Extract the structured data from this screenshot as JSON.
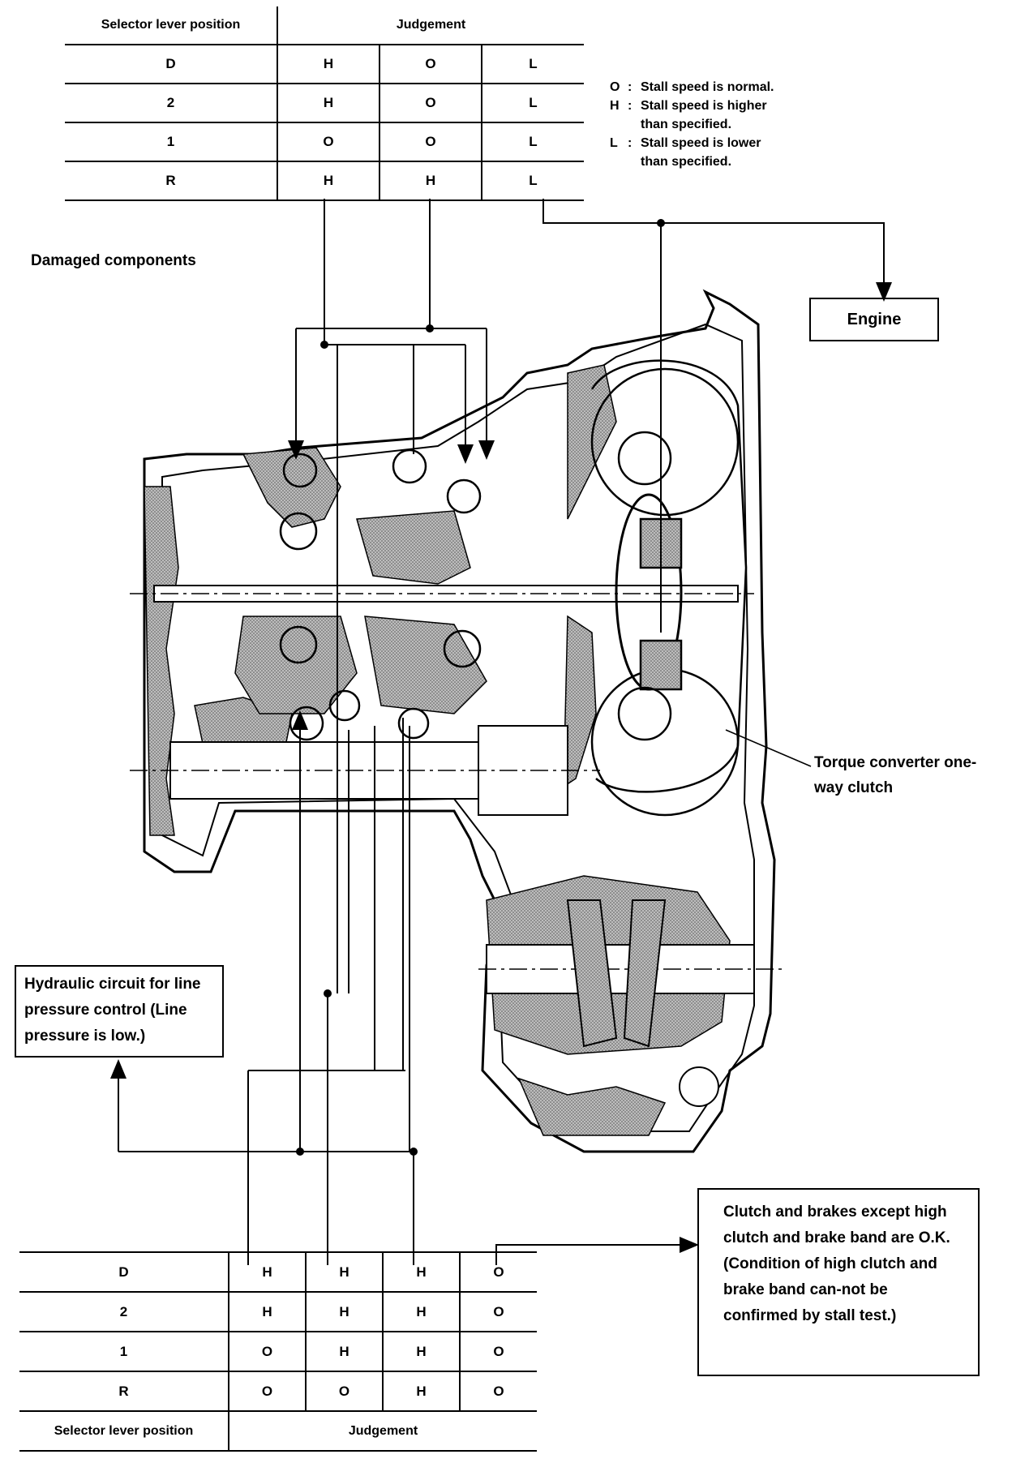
{
  "top_table": {
    "header": {
      "selector": "Selector lever position",
      "judgement": "Judgement"
    },
    "rows": [
      {
        "pos": "D",
        "vals": [
          "H",
          "O",
          "L"
        ]
      },
      {
        "pos": "2",
        "vals": [
          "H",
          "O",
          "L"
        ]
      },
      {
        "pos": "1",
        "vals": [
          "O",
          "O",
          "L"
        ]
      },
      {
        "pos": "R",
        "vals": [
          "H",
          "H",
          "L"
        ]
      }
    ]
  },
  "legend": [
    {
      "key": "O",
      "text": "Stall speed is normal."
    },
    {
      "key": "H",
      "text": "Stall speed is higher than specified."
    },
    {
      "key": "L",
      "text": "Stall speed is lower than specified."
    }
  ],
  "labels": {
    "damaged": "Damaged components",
    "engine": "Engine",
    "torque": "Torque converter one-way clutch",
    "hydraulic": "Hydraulic circuit for line pressure control (Line pressure is low.)",
    "clutch": "Clutch and brakes except high clutch and brake band are O.K. (Condition of high clutch and brake band can-not be confirmed by stall test.)"
  },
  "bottom_table": {
    "rows": [
      {
        "pos": "D",
        "vals": [
          "H",
          "H",
          "H",
          "O"
        ]
      },
      {
        "pos": "2",
        "vals": [
          "H",
          "H",
          "H",
          "O"
        ]
      },
      {
        "pos": "1",
        "vals": [
          "O",
          "H",
          "H",
          "O"
        ]
      },
      {
        "pos": "R",
        "vals": [
          "O",
          "O",
          "H",
          "O"
        ]
      }
    ],
    "footer": {
      "selector": "Selector lever position",
      "judgement": "Judgement"
    }
  },
  "colors": {
    "ink": "#000000",
    "hatch": "#9a9a9a",
    "paper": "#ffffff"
  }
}
